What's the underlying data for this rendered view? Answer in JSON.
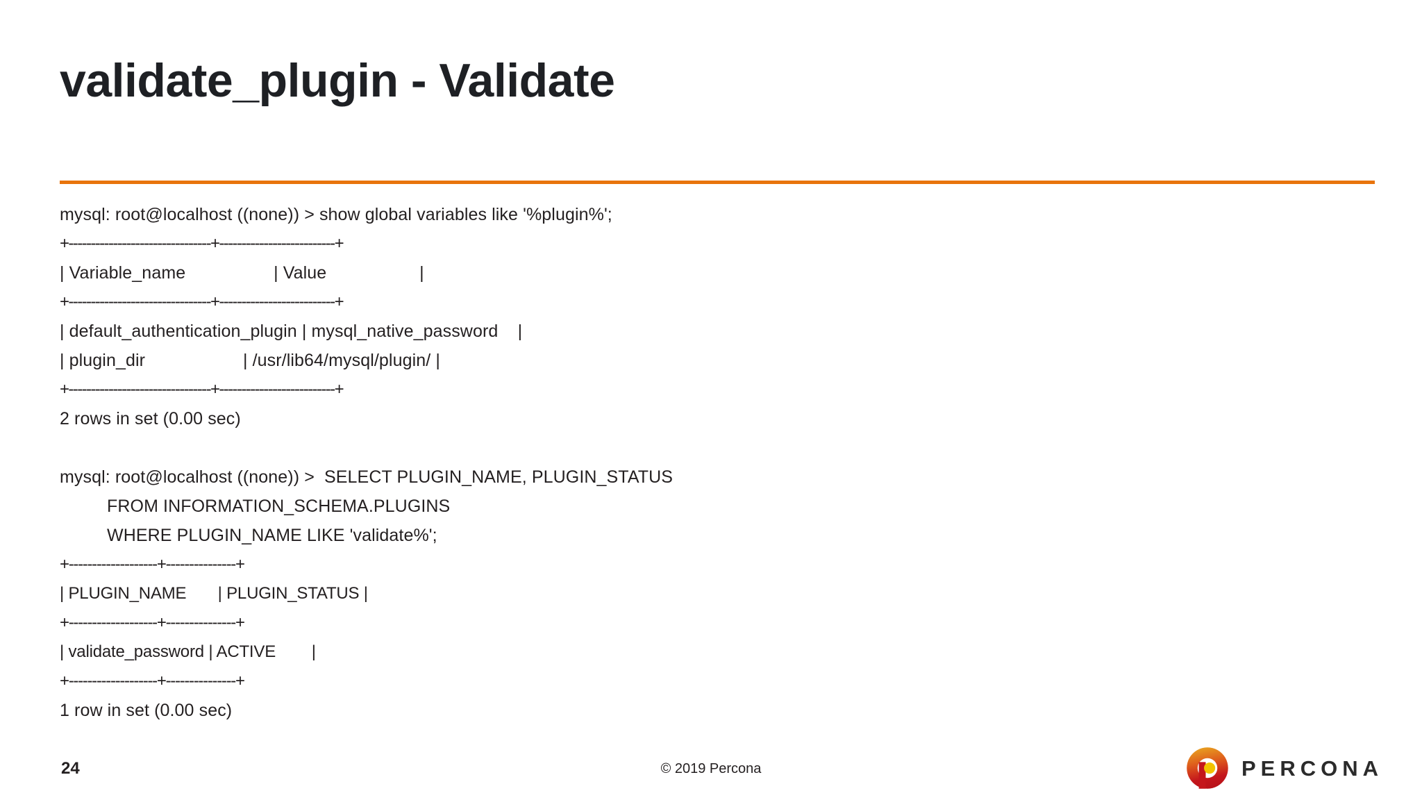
{
  "slide": {
    "title": "validate_plugin - Validate",
    "accent_color": "#e8740c",
    "text_color": "#231f20",
    "background_color": "#ffffff"
  },
  "console": {
    "lines": [
      {
        "text": "mysql: root@localhost ((none)) > show global variables like '%plugin%';",
        "style": "plain"
      },
      {
        "text": "+--------------------------------+--------------------------+",
        "style": "rule"
      },
      {
        "text": "| Variable_name                  | Value                   |",
        "style": "plain"
      },
      {
        "text": "+--------------------------------+--------------------------+",
        "style": "rule"
      },
      {
        "text": "| default_authentication_plugin | mysql_native_password    |",
        "style": "plain"
      },
      {
        "text": "| plugin_dir                    | /usr/lib64/mysql/plugin/ |",
        "style": "plain"
      },
      {
        "text": "+--------------------------------+--------------------------+",
        "style": "rule"
      },
      {
        "text": "2 rows in set (0.00 sec)",
        "style": "plain"
      },
      {
        "text": "",
        "style": "blank"
      },
      {
        "text": "mysql: root@localhost ((none)) >  SELECT PLUGIN_NAME, PLUGIN_STATUS",
        "style": "plain"
      },
      {
        "text": "FROM INFORMATION_SCHEMA.PLUGINS",
        "style": "indent"
      },
      {
        "text": "WHERE PLUGIN_NAME LIKE 'validate%';",
        "style": "indent"
      },
      {
        "text": "+-------------------+---------------+",
        "style": "rule2"
      },
      {
        "text": "| PLUGIN_NAME       | PLUGIN_STATUS |",
        "style": "wide"
      },
      {
        "text": "+-------------------+---------------+",
        "style": "rule2"
      },
      {
        "text": "| validate_password | ACTIVE        |",
        "style": "wide"
      },
      {
        "text": "+-------------------+---------------+",
        "style": "rule2"
      },
      {
        "text": "1 row in set (0.00 sec)",
        "style": "plain"
      }
    ]
  },
  "footer": {
    "page_number": "24",
    "copyright": "© 2019 Percona",
    "logo_word": "PERCONA",
    "logo_colors": {
      "outer_top": "#e8a020",
      "outer_bottom": "#c4161c",
      "inner_dot": "#f2c200"
    }
  }
}
